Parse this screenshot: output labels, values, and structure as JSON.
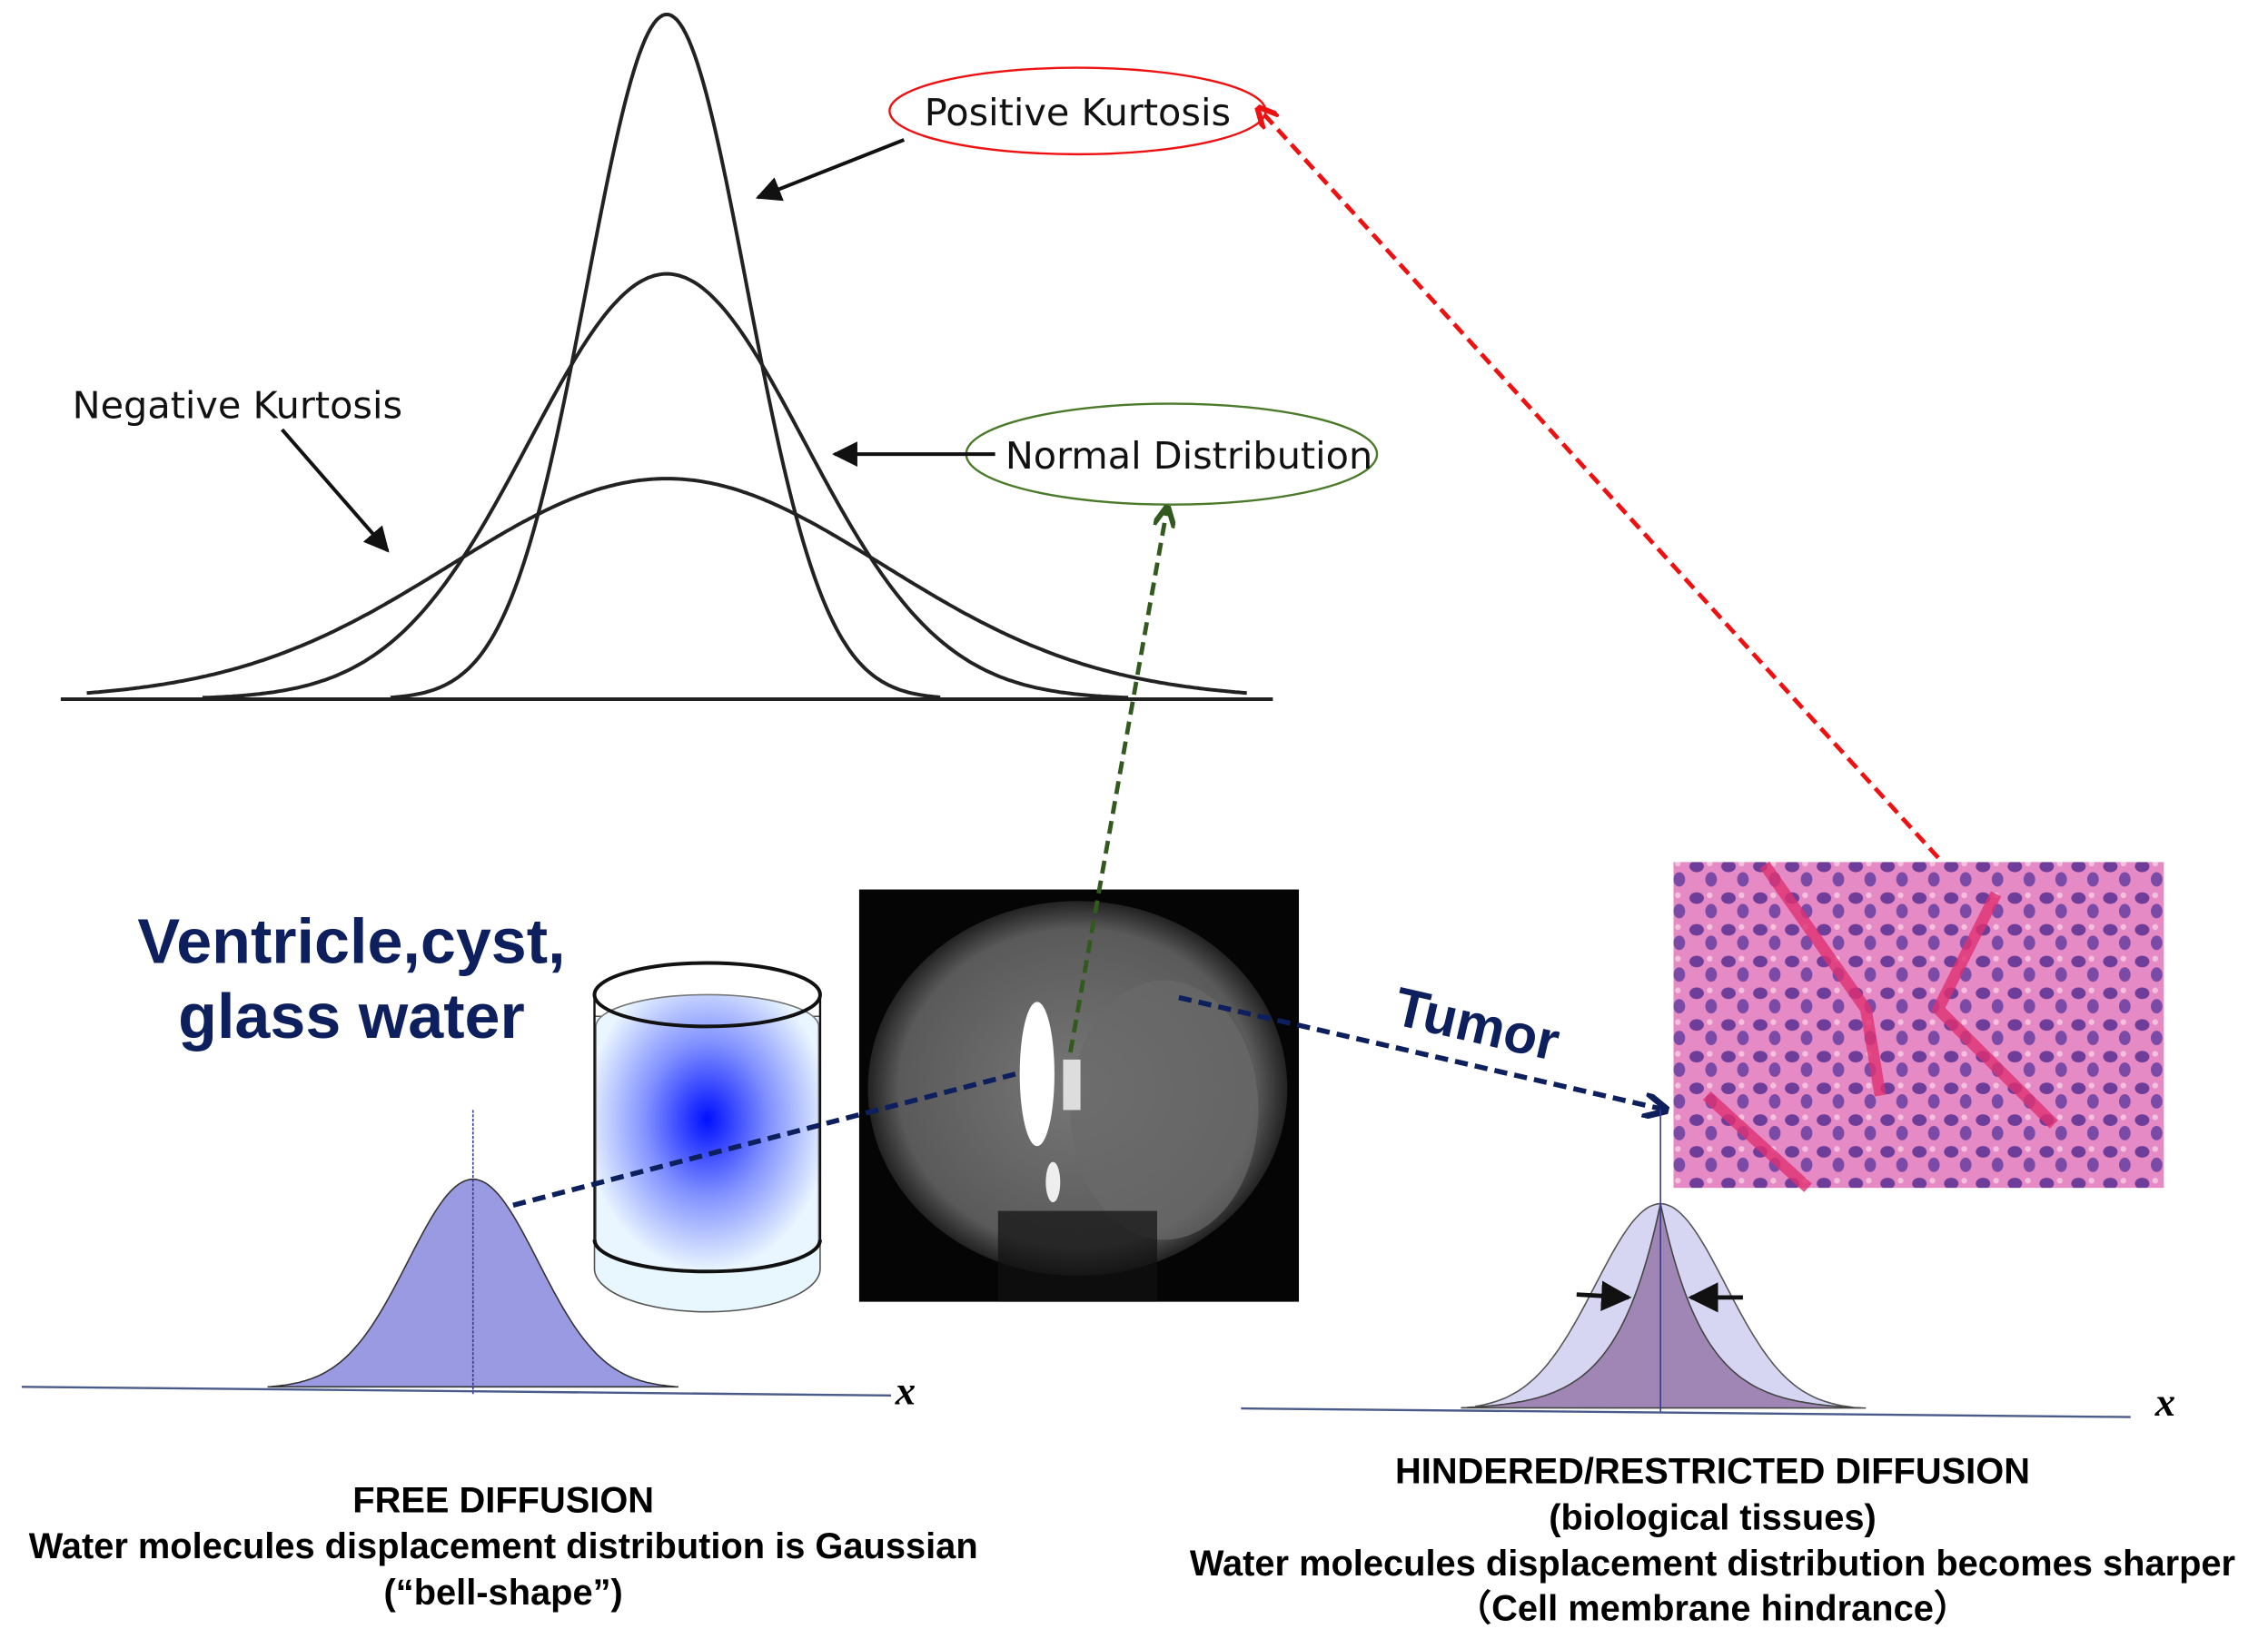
{
  "kurtosis_chart": {
    "positive_label": "Positive Kurtosis",
    "normal_label": "Normal Distribution",
    "negative_label": "Negative Kurtosis"
  },
  "left": {
    "title_line1": "Ventricle,cyst,",
    "title_line2": "glass water",
    "axis_label": "x",
    "caption_title": "FREE DIFFUSION",
    "caption_line1": "Water molecules displacement distribution is Gaussian",
    "caption_line2": "(“bell-shape”)"
  },
  "right": {
    "title": "Tumor",
    "axis_label": "x",
    "caption_title": "HINDERED/RESTRICTED DIFFUSION",
    "caption_line1": "(biological tissues)",
    "caption_line2": "Water molecules displacement distribution becomes sharper",
    "caption_line3": "（Cell membrane hindrance）"
  },
  "colors": {
    "navy": "#0d1f5c",
    "red": "#ee1111",
    "green": "#335a1e",
    "gauss_fill": "#9a9ae2",
    "sharp_fill": "#a086b4"
  }
}
